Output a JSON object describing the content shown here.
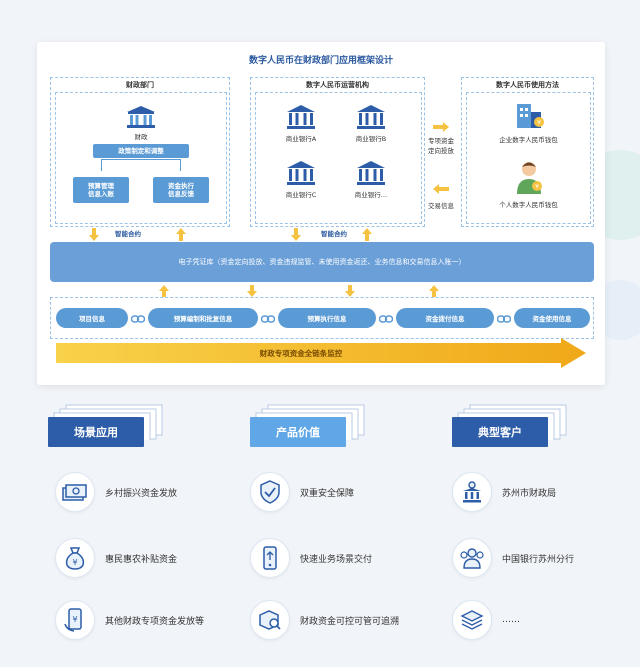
{
  "diagram": {
    "title": "数字人民币在财政部门应用框架设计",
    "finance": {
      "title": "财政部门",
      "building": "财政",
      "policy": "政策制定和调整",
      "budget": "预算管理\n信息入账",
      "execution": "资金执行\n信息反馈"
    },
    "operator": {
      "title": "数字人民币运营机构",
      "banks": [
        "商业银行A",
        "商业银行B",
        "商业银行C",
        "商业银行…"
      ]
    },
    "usage": {
      "title": "数字人民币使用方法",
      "enterprise": "企业数字人民币钱包",
      "personal": "个人数字人民币钱包"
    },
    "mid_labels": {
      "fund": "专项资金\n定向投放",
      "trade": "交易信息"
    },
    "contract": "智能合约",
    "ledger": "电子凭证库（资金定向投放、资金违规监管、未使用资金返还、业务信息和交易信息入账一）",
    "flow_items": [
      "项目信息",
      "预算编制和批复信息",
      "预算执行信息",
      "资金拨付信息",
      "资金使用信息"
    ],
    "banner": "财政专项资金全链条监控"
  },
  "sections": [
    {
      "label": "场景应用",
      "items": [
        {
          "text": "乡村振兴资金发放",
          "icon": "cash-icon"
        },
        {
          "text": "惠民惠农补贴资金",
          "icon": "money-bag-icon"
        },
        {
          "text": "其他财政专项资金发放等",
          "icon": "phone-payment-icon"
        }
      ]
    },
    {
      "label": "产品价值",
      "items": [
        {
          "text": "双重安全保障",
          "icon": "shield-check-icon"
        },
        {
          "text": "快速业务场景交付",
          "icon": "mobile-icon"
        },
        {
          "text": "财政资金可控可管可追溯",
          "icon": "box-search-icon"
        }
      ]
    },
    {
      "label": "典型客户",
      "items": [
        {
          "text": "苏州市财政局",
          "icon": "government-icon"
        },
        {
          "text": "中国银行苏州分行",
          "icon": "people-icon"
        },
        {
          "text": "……",
          "icon": "stack-icon"
        }
      ]
    }
  ],
  "colors": {
    "dark_blue": "#2d5da8",
    "light_blue": "#5fa7e6",
    "box_blue": "#5b9bd5",
    "arrow_yellow": "#f5c242",
    "banner_gold": "#f0b020"
  }
}
